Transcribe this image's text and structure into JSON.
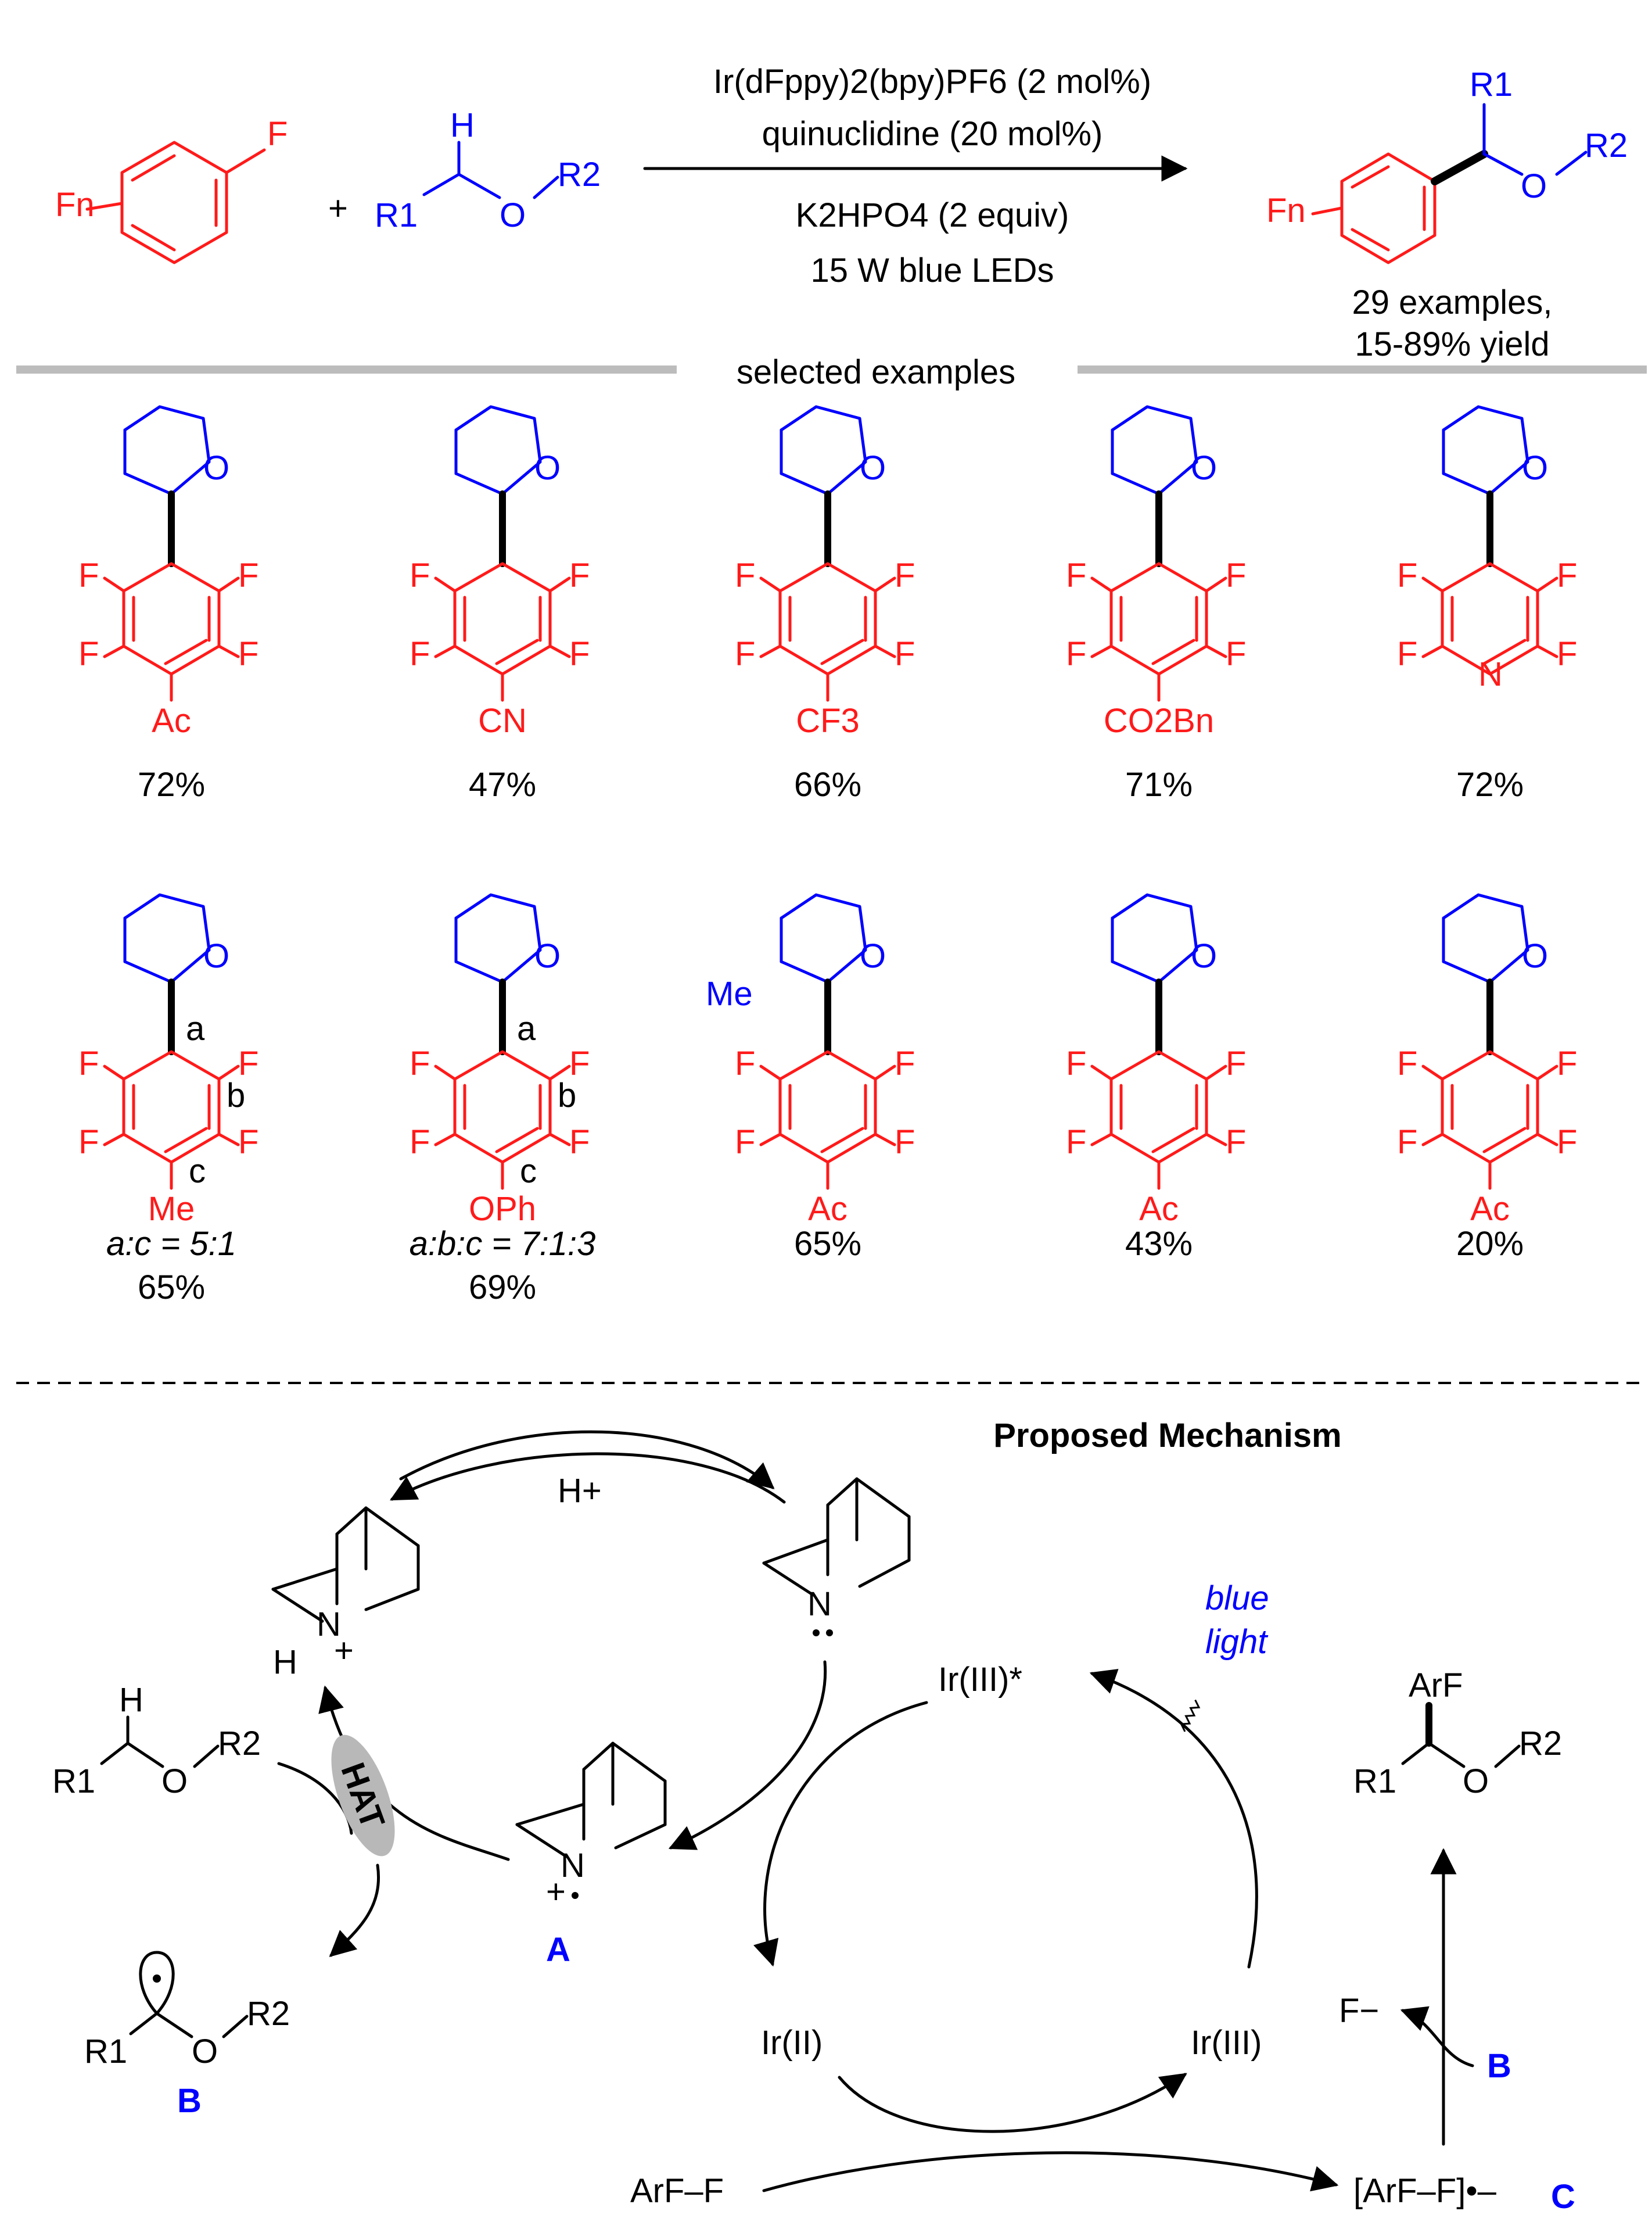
{
  "reaction": {
    "conditions": [
      "Ir(dFppy)2(bpy)PF6 (2 mol%)",
      "quinuclidine (20 mol%)",
      "K2HPO4 (2 equiv)",
      "15 W blue LEDs"
    ],
    "plus": "+",
    "reactant_aryl_labels": {
      "fn": "Fn",
      "f": "F"
    },
    "reactant_ether_labels": {
      "h": "H",
      "r1": "R1",
      "o": "O",
      "r2": "R2"
    },
    "product_labels": {
      "r1": "R1",
      "o": "O",
      "r2": "R2",
      "fn": "Fn"
    },
    "summary": [
      "29 examples,",
      "15-89% yield"
    ]
  },
  "section_header": "selected examples",
  "examples_row1": [
    {
      "ring": "O",
      "substituent": "Ac",
      "yield": "72%"
    },
    {
      "ring": "O",
      "substituent": "CN",
      "yield": "47%"
    },
    {
      "ring": "O",
      "substituent": "CF3",
      "yield": "66%"
    },
    {
      "ring": "O",
      "substituent": "CO2Bn",
      "yield": "71%"
    },
    {
      "ring": "O",
      "substituent": "N",
      "yield": "72%"
    }
  ],
  "examples_row2": [
    {
      "ring": "O",
      "substituent": "Me",
      "ratio": "a:c = 5:1",
      "yield": "65%",
      "positions": [
        "a",
        "b",
        "c"
      ]
    },
    {
      "ring": "O",
      "substituent": "OPh",
      "ratio": "a:b:c = 7:1:3",
      "yield": "69%",
      "positions": [
        "a",
        "b",
        "c"
      ]
    },
    {
      "ring": "O",
      "extra": "Me",
      "substituent": "Ac",
      "yield": "65%"
    },
    {
      "ring": "O",
      "substituent": "Ac",
      "yield": "43%"
    },
    {
      "ring": "O",
      "substituent": "Ac",
      "yield": "20%"
    }
  ],
  "fluorine_label": "F",
  "mechanism": {
    "title": "Proposed Mechanism",
    "h_plus": "H+",
    "hat": "HAT",
    "blue_light": [
      "blue",
      "light"
    ],
    "ir_excited": "Ir(III)*",
    "ir_ii": "Ir(II)",
    "ir_iii": "Ir(III)",
    "arf_f": "ArF–F",
    "radical_anion": "[ArF–F]•–",
    "f_minus": "F−",
    "label_a": "A",
    "label_b": "B",
    "label_c": "C",
    "ether_labels": {
      "h": "H",
      "r1": "R1",
      "o": "O",
      "r2": "R2"
    },
    "radical_labels": {
      "r1": "R1",
      "o": "O",
      "r2": "R2"
    },
    "product_labels": {
      "arf": "ArF",
      "r1": "R1",
      "o": "O",
      "r2": "R2"
    },
    "n_label": "N",
    "h_label": "H",
    "plus_sign": "+"
  }
}
